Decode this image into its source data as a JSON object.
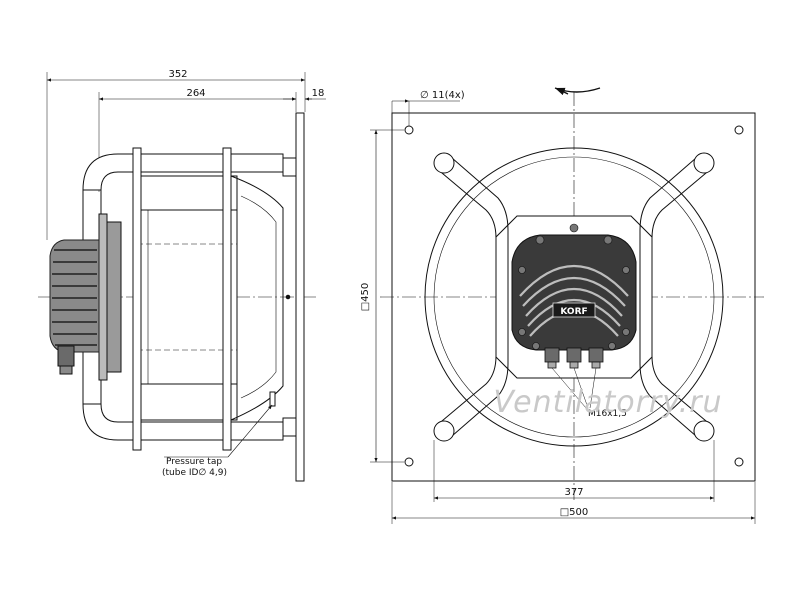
{
  "side_view": {
    "dim_overall": "352",
    "dim_body": "264",
    "dim_flange": "18",
    "pressure_tap_line1": "Pressure tap",
    "pressure_tap_line2": "(tube ID∅ 4,9)"
  },
  "front_view": {
    "hole_spec": "∅ 11(4x)",
    "dim_height": "□450",
    "dim_width": "□500",
    "dim_ring": "377",
    "gland_spec": "M16x1,5",
    "brand_label": "KORF",
    "rotation_arrow": "rotation-direction-arrow"
  },
  "watermark": "Ventilatorry.ru",
  "colors": {
    "line": "#111111",
    "motor_dark": "#3a3a3a",
    "motor_fill": "#8a8a8a",
    "watermark": "#c9c9c9"
  }
}
